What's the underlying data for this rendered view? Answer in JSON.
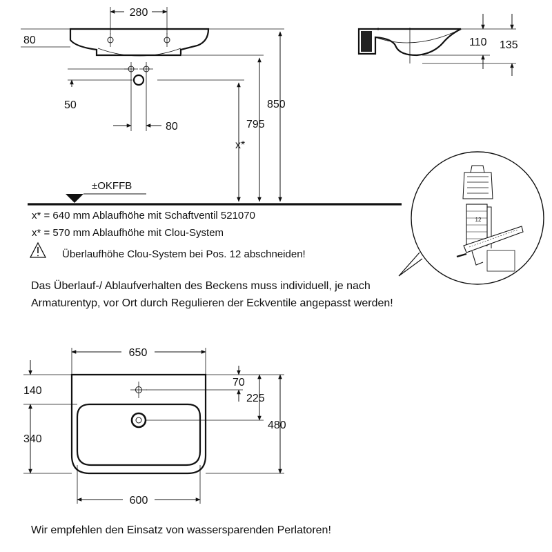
{
  "front_view": {
    "dim_tap_spacing": "280",
    "dim_top_height": "80",
    "dim_drain_offset": "50",
    "dim_drain_spacing": "80",
    "dim_x": "x*",
    "dim_795": "795",
    "dim_850": "850",
    "floor_label": "±OKFFB"
  },
  "side_view": {
    "dim_110": "110",
    "dim_135": "135"
  },
  "notes": [
    "x* = 640 mm Ablaufhöhe mit Schaftventil 521070",
    "x* = 570 mm Ablaufhöhe mit Clou-System",
    "Überlaufhöhe Clou-System bei Pos. 12 abschneiden!"
  ],
  "warning_icon": "warning-triangle-icon",
  "paragraph": [
    "Das Überlauf-/ Ablaufverhalten des Beckens muss individuell, je nach",
    "Armaturentyp, vor Ort durch Regulieren der Eckventile angepasst werden!"
  ],
  "detail": {
    "mark_label": "12"
  },
  "top_view": {
    "dim_650": "650",
    "dim_140": "140",
    "dim_70": "70",
    "dim_225": "225",
    "dim_340": "340",
    "dim_480": "480",
    "dim_600": "600"
  },
  "footer": "Wir empfehlen den Einsatz von wassersparenden Perlatoren!"
}
